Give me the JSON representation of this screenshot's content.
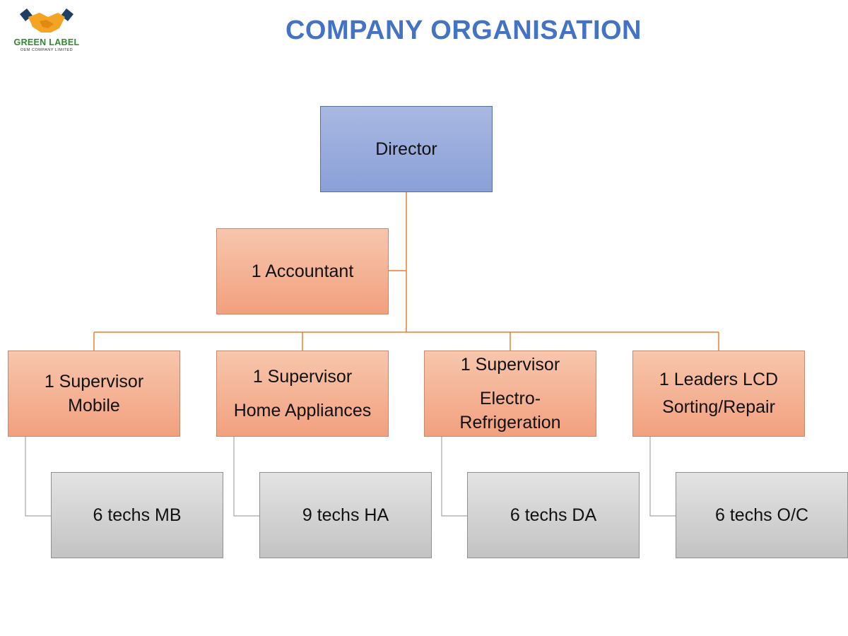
{
  "page_title": "COMPANY ORGANISATION",
  "logo": {
    "name": "GREEN LABEL",
    "subtitle": "OEM COMPANY LIMITED",
    "icon": "handshake-icon"
  },
  "colors": {
    "title": "#4472c4",
    "director_fill": "#8ea6dc",
    "manager_fill": "#f4b090",
    "tech_fill": "#d0d0d0",
    "connector_orange": "#ed7d31",
    "connector_grey": "#a6a6a6"
  },
  "org": {
    "director": {
      "label": "Director"
    },
    "accountant": {
      "label": "1 Accountant"
    },
    "supervisors": [
      {
        "line1": "1 Supervisor",
        "line2": "Mobile"
      },
      {
        "line1": "1 Supervisor",
        "line2": "Home Appliances"
      },
      {
        "line1": "1 Supervisor",
        "line2": "Electro-",
        "line3": "Refrigeration"
      },
      {
        "line1": "1 Leaders LCD",
        "line2": "Sorting/Repair"
      }
    ],
    "teams": [
      {
        "label": "6 techs MB"
      },
      {
        "label": "9 techs HA"
      },
      {
        "label": "6 techs DA"
      },
      {
        "label": "6 techs O/C"
      }
    ]
  }
}
